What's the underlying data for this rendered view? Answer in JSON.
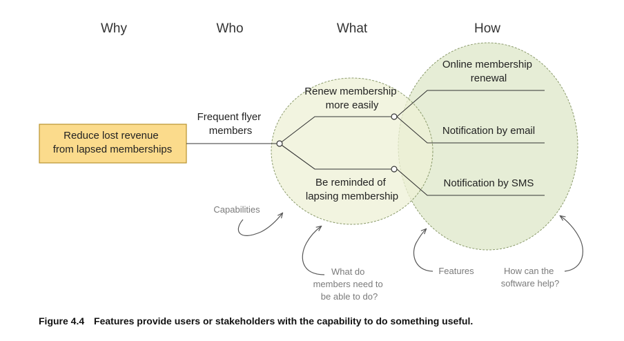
{
  "headers": {
    "why": "Why",
    "who": "Who",
    "what": "What",
    "how": "How"
  },
  "goal": {
    "line1": "Reduce lost revenue",
    "line2": "from lapsed memberships"
  },
  "actor": {
    "line1": "Frequent flyer",
    "line2": "members"
  },
  "capabilities": [
    {
      "line1": "Renew membership",
      "line2": "more easily"
    },
    {
      "line1": "Be reminded of",
      "line2": "lapsing membership"
    }
  ],
  "features": [
    {
      "line1": "Online membership",
      "line2": "renewal"
    },
    {
      "line1": "Notification by email"
    },
    {
      "line1": "Notification by SMS"
    }
  ],
  "annotations": {
    "capabilities": "Capabilities",
    "what_question": [
      "What do",
      "members need to",
      "be able to do?"
    ],
    "features": "Features",
    "how_question": [
      "How can the",
      "software help?"
    ]
  },
  "caption": {
    "number": "Figure 4.4",
    "text": "Features provide users or stakeholders with the capability to do something useful."
  },
  "colors": {
    "goal_fill": "#fbdb8c",
    "goal_border": "#b8922e",
    "what_circle_fill": "#eef0d6",
    "how_circle_fill": "#e3ebd2",
    "circle_border": "#8a9a6a"
  }
}
